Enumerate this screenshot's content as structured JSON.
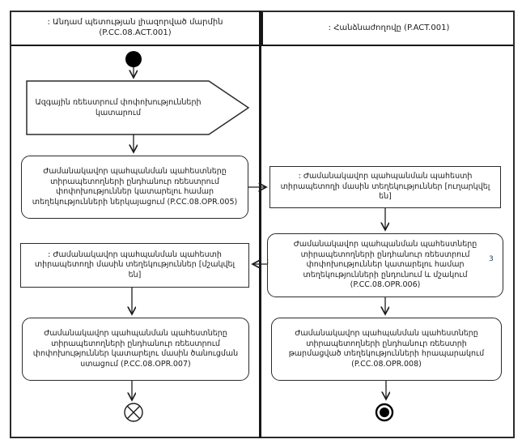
{
  "diagram": {
    "lanes": [
      {
        "title": ": Անդամ պետության լիազորված մարմին (P.CC.08.ACT.001)"
      },
      {
        "title": ": Հանձնաժողովը (P.ACT.001)"
      }
    ],
    "nodes": {
      "signal_send": "Ազգային ռեեստրում փոփոխությունների կատարում",
      "action_opr005": "Ժամանակավոր պահպանման պահեստները տիրապետողների ընդհանուր ռեեստրում փոփոխություններ կատարելու համար տեղեկությունների ներկայացում (P.CC.08.OPR.005)",
      "object_sent": ": Ժամանակավոր պահպանման պահեստի տիրապետողի մասին տեղեկություններ [ուղարկվել են]",
      "action_opr006": "Ժամանակավոր պահպանման պահեստները տիրապետողների ընդհանուր ռեեստրում փոփոխություններ կատարելու համար տեղեկությունների ընդունում և մշակում (P.CC.08.OPR.006)",
      "object_processed": ": Ժամանակավոր պահպանման պահեստի տիրապետողի մասին տեղեկություններ [մշակվել են]",
      "action_opr007": "Ժամանակավոր պահպանման պահեստները տիրապետողների ընդհանուր ռեեստրում փոփոխություններ կատարելու մասին ծանուցման ստացում (P.CC.08.OPR.007)",
      "action_opr008": "Ժամանակավոր պահպանման պահեստները տիրապետողների ընդհանուր ռեեստրի թարմացված տեղեկությունների հրապարակում (P.CC.08.OPR.008)",
      "footnote_marker": "3",
      "stray_colon_mark": ":"
    },
    "colors": {
      "line": "#1c1c1c",
      "node_fill": "#ffffff",
      "start_node_fill": "#000000",
      "background": "#ffffff"
    }
  }
}
